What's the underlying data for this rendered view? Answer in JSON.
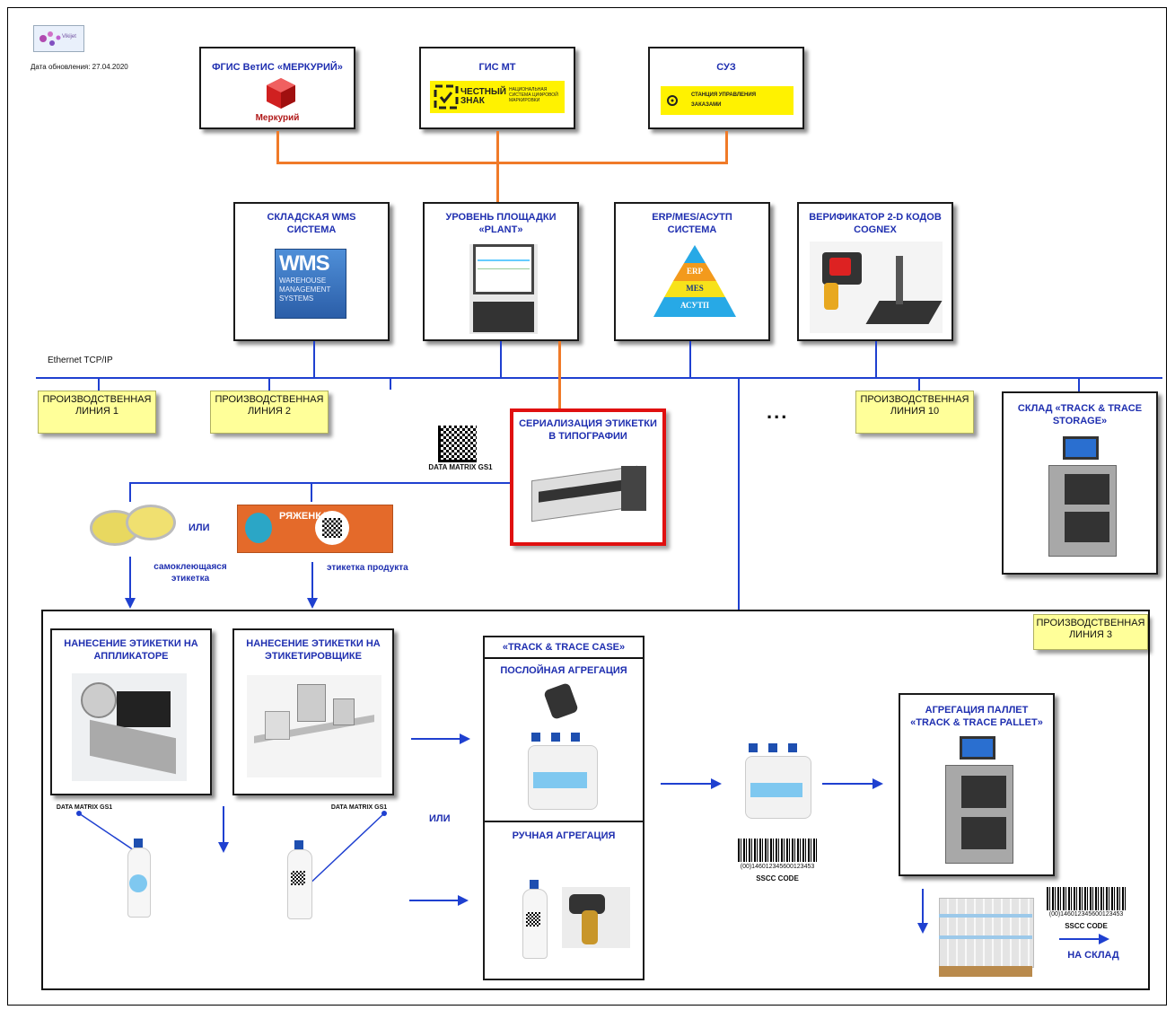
{
  "header": {
    "update_date": "Дата обновления: 27.04.2020",
    "logo_text": "Vikijet"
  },
  "top_systems": {
    "mercury": {
      "title": "ФГИС ВетИС «МЕРКУРИЙ»",
      "caption": "Меркурий"
    },
    "gis_mt": {
      "title": "ГИС МТ",
      "logo_big": "ЧЕСТНЫЙ ЗНАК",
      "logo_small": "НАЦИОНАЛЬНАЯ СИСТЕМА ЦИФРОВОЙ МАРКИРОВКИ"
    },
    "suz": {
      "title": "СУЗ",
      "logo_text": "СТАНЦИЯ УПРАВЛЕНИЯ ЗАКАЗАМИ"
    }
  },
  "mid_systems": {
    "wms": {
      "title": "СКЛАДСКАЯ WMS СИСТЕМА",
      "logo_big": "WMS",
      "logo_small": "WAREHOUSE MANAGEMENT SYSTEMS"
    },
    "plant": {
      "title": "УРОВЕНЬ ПЛОЩАДКИ «PLANT»"
    },
    "erp": {
      "title": "ERP/MES/АСУТП СИСТЕМА",
      "levels": [
        "ERP",
        "MES",
        "АСУТП"
      ]
    },
    "cognex": {
      "title": "ВЕРИФИКАТОР 2-D КОДОВ COGNEX"
    }
  },
  "network": {
    "label": "Ethernet TCP/IP",
    "ellipsis": "..."
  },
  "lines": {
    "line1": "ПРОИЗВОДСТВЕННАЯ ЛИНИЯ 1",
    "line2": "ПРОИЗВОДСТВЕННАЯ ЛИНИЯ 2",
    "line10": "ПРОИЗВОДСТВЕННАЯ ЛИНИЯ 10",
    "line3": "ПРОИЗВОДСТВЕННАЯ ЛИНИЯ 3"
  },
  "storage": {
    "title": "СКЛАД «TRACK & TRACE STORAGE»"
  },
  "serialization": {
    "title": "СЕРИАЛИЗАЦИЯ ЭТИКЕТКИ В ТИПОГРАФИИ",
    "dm_label": "DATA MATRIX GS1"
  },
  "labels": {
    "or1": "ИЛИ",
    "self_adhesive": "самоклеющаяся этикетка",
    "product_label": "этикетка продукта",
    "product_label_name": "РЯЖЕНКА"
  },
  "line3_area": {
    "applicator": {
      "title": "НАНЕСЕНИЕ ЭТИКЕТКИ НА АППЛИКАТОРЕ",
      "dm_label": "DATA MATRIX GS1"
    },
    "labeler": {
      "title": "НАНЕСЕНИЕ ЭТИКЕТКИ НА ЭТИКЕТИРОВЩИКЕ",
      "dm_label": "DATA MATRIX GS1"
    },
    "or2": "ИЛИ",
    "track_case": {
      "header": "«TRACK & TRACE CASE»",
      "layered": "ПОСЛОЙНАЯ АГРЕГАЦИЯ",
      "manual": "РУЧНАЯ АГРЕГАЦИЯ"
    },
    "sscc1": {
      "number": "(00)146012345600123453",
      "caption": "SSCC CODE"
    },
    "pallet": {
      "title": "АГРЕГАЦИЯ ПАЛЛЕТ «TRACK & TRACE PALLET»"
    },
    "sscc2": {
      "number": "(00)146012345600123453",
      "caption": "SSCC CODE"
    },
    "to_warehouse": "НА СКЛАД"
  },
  "colors": {
    "blue_line": "#1f40d0",
    "orange_line": "#f07a28",
    "title_blue": "#1f2fb0",
    "yellow_note": "#ffff99",
    "red_frame": "#e01010"
  }
}
